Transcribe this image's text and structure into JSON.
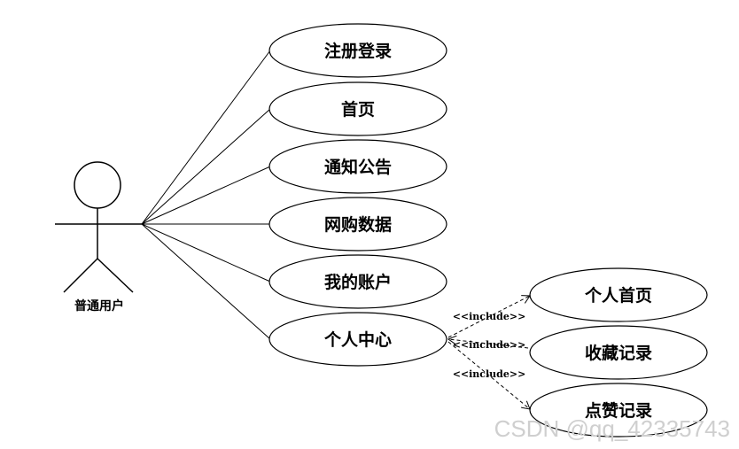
{
  "actor": {
    "label": "普通用户"
  },
  "use_cases": [
    {
      "id": "uc-register",
      "label": "注册登录"
    },
    {
      "id": "uc-home",
      "label": "首页"
    },
    {
      "id": "uc-notice",
      "label": "通知公告"
    },
    {
      "id": "uc-shopping-data",
      "label": "网购数据"
    },
    {
      "id": "uc-my-account",
      "label": "我的账户"
    },
    {
      "id": "uc-personal-center",
      "label": "个人中心"
    }
  ],
  "included_use_cases": [
    {
      "id": "uc-personal-home",
      "label": "个人首页"
    },
    {
      "id": "uc-favorites",
      "label": "收藏记录"
    },
    {
      "id": "uc-likes",
      "label": "点赞记录"
    }
  ],
  "include_label": "<<include>>",
  "watermark": "CSDN @qq_42335743"
}
